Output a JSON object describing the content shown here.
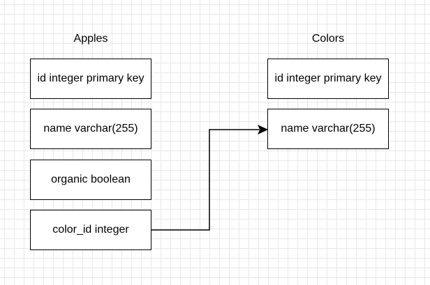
{
  "tables": [
    {
      "title": "Apples",
      "fields": [
        "id integer primary key",
        "name varchar(255)",
        "organic boolean",
        "color_id integer"
      ]
    },
    {
      "title": "Colors",
      "fields": [
        "id integer primary key",
        "name varchar(255)"
      ]
    }
  ],
  "colors": {
    "stroke": "#000000",
    "grid": "#e8e8e8",
    "background": "#ffffff"
  }
}
